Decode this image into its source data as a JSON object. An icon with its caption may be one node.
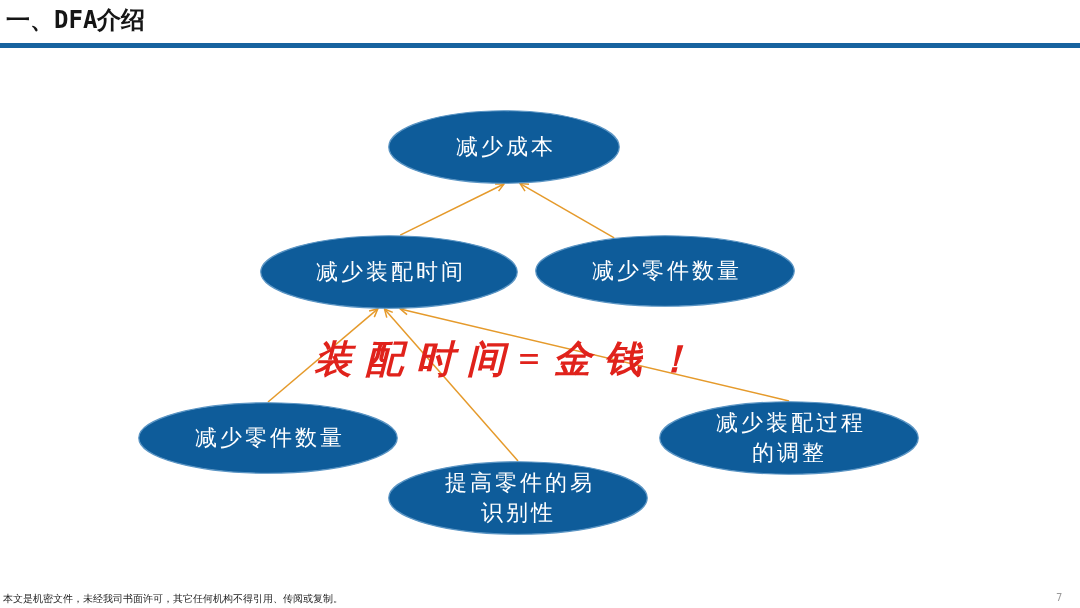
{
  "diagram": {
    "title": "一、DFA介绍",
    "nodes": [
      {
        "text": [
          "减少成本"
        ]
      },
      {
        "text": [
          "减少装配时间"
        ]
      },
      {
        "text": [
          "减少零件数量"
        ]
      },
      {
        "text": [
          "减少零件数量"
        ]
      },
      {
        "text": [
          "提高零件的易识别性"
        ]
      },
      {
        "text": [
          "减少装配过程的调整"
        ]
      }
    ],
    "edges": [
      {
        "from": 1,
        "to": 0,
        "arrow": "to"
      },
      {
        "from": 2,
        "to": 0,
        "arrow": "to"
      },
      {
        "from": 3,
        "to": 1,
        "arrow": "to"
      },
      {
        "from": 4,
        "to": 1,
        "arrow": "to"
      },
      {
        "from": 5,
        "to": 1,
        "arrow": "to"
      }
    ],
    "labels": [
      "装配时间=金钱！",
      "本文是机密文件，未经我司书面许可，其它任何机构不得引用、传阅或复制。",
      "7"
    ]
  }
}
